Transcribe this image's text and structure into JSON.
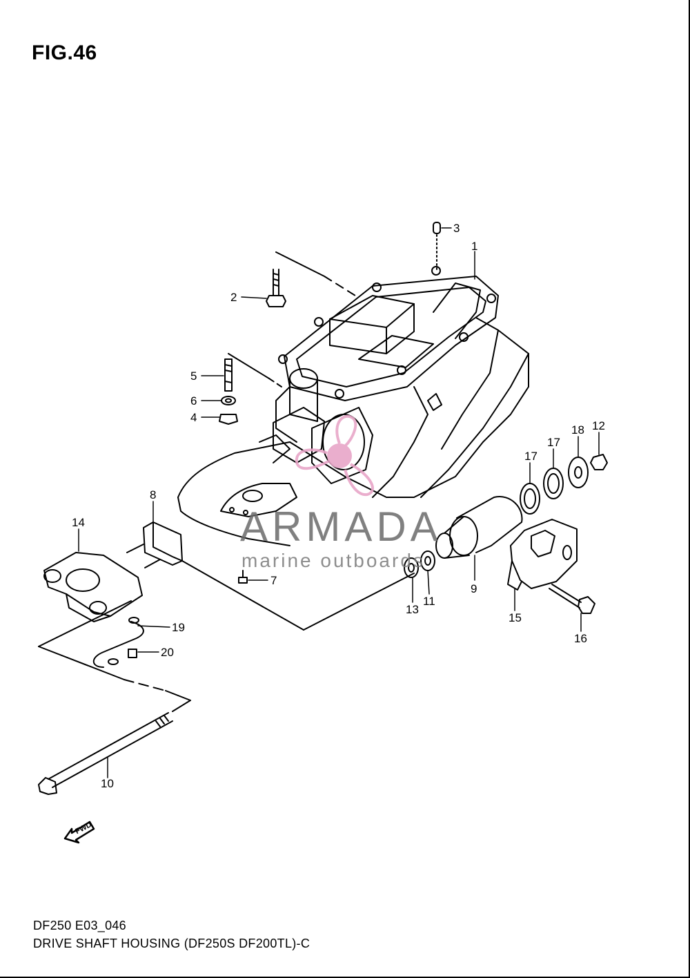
{
  "figure": {
    "title": "FIG.46"
  },
  "footer": {
    "code": "DF250 E03_046",
    "description": "DRIVE SHAFT HOUSING (DF250S DF200TL)-C"
  },
  "watermark": {
    "name": "ARMADA",
    "tagline": "marine outboards",
    "accent_color": "#e8a6c8"
  },
  "fwd_label": "FWD",
  "callouts": [
    "1",
    "2",
    "3",
    "4",
    "5",
    "6",
    "7",
    "8",
    "9",
    "10",
    "11",
    "12",
    "13",
    "14",
    "15",
    "16",
    "17",
    "17",
    "18",
    "19",
    "20"
  ]
}
